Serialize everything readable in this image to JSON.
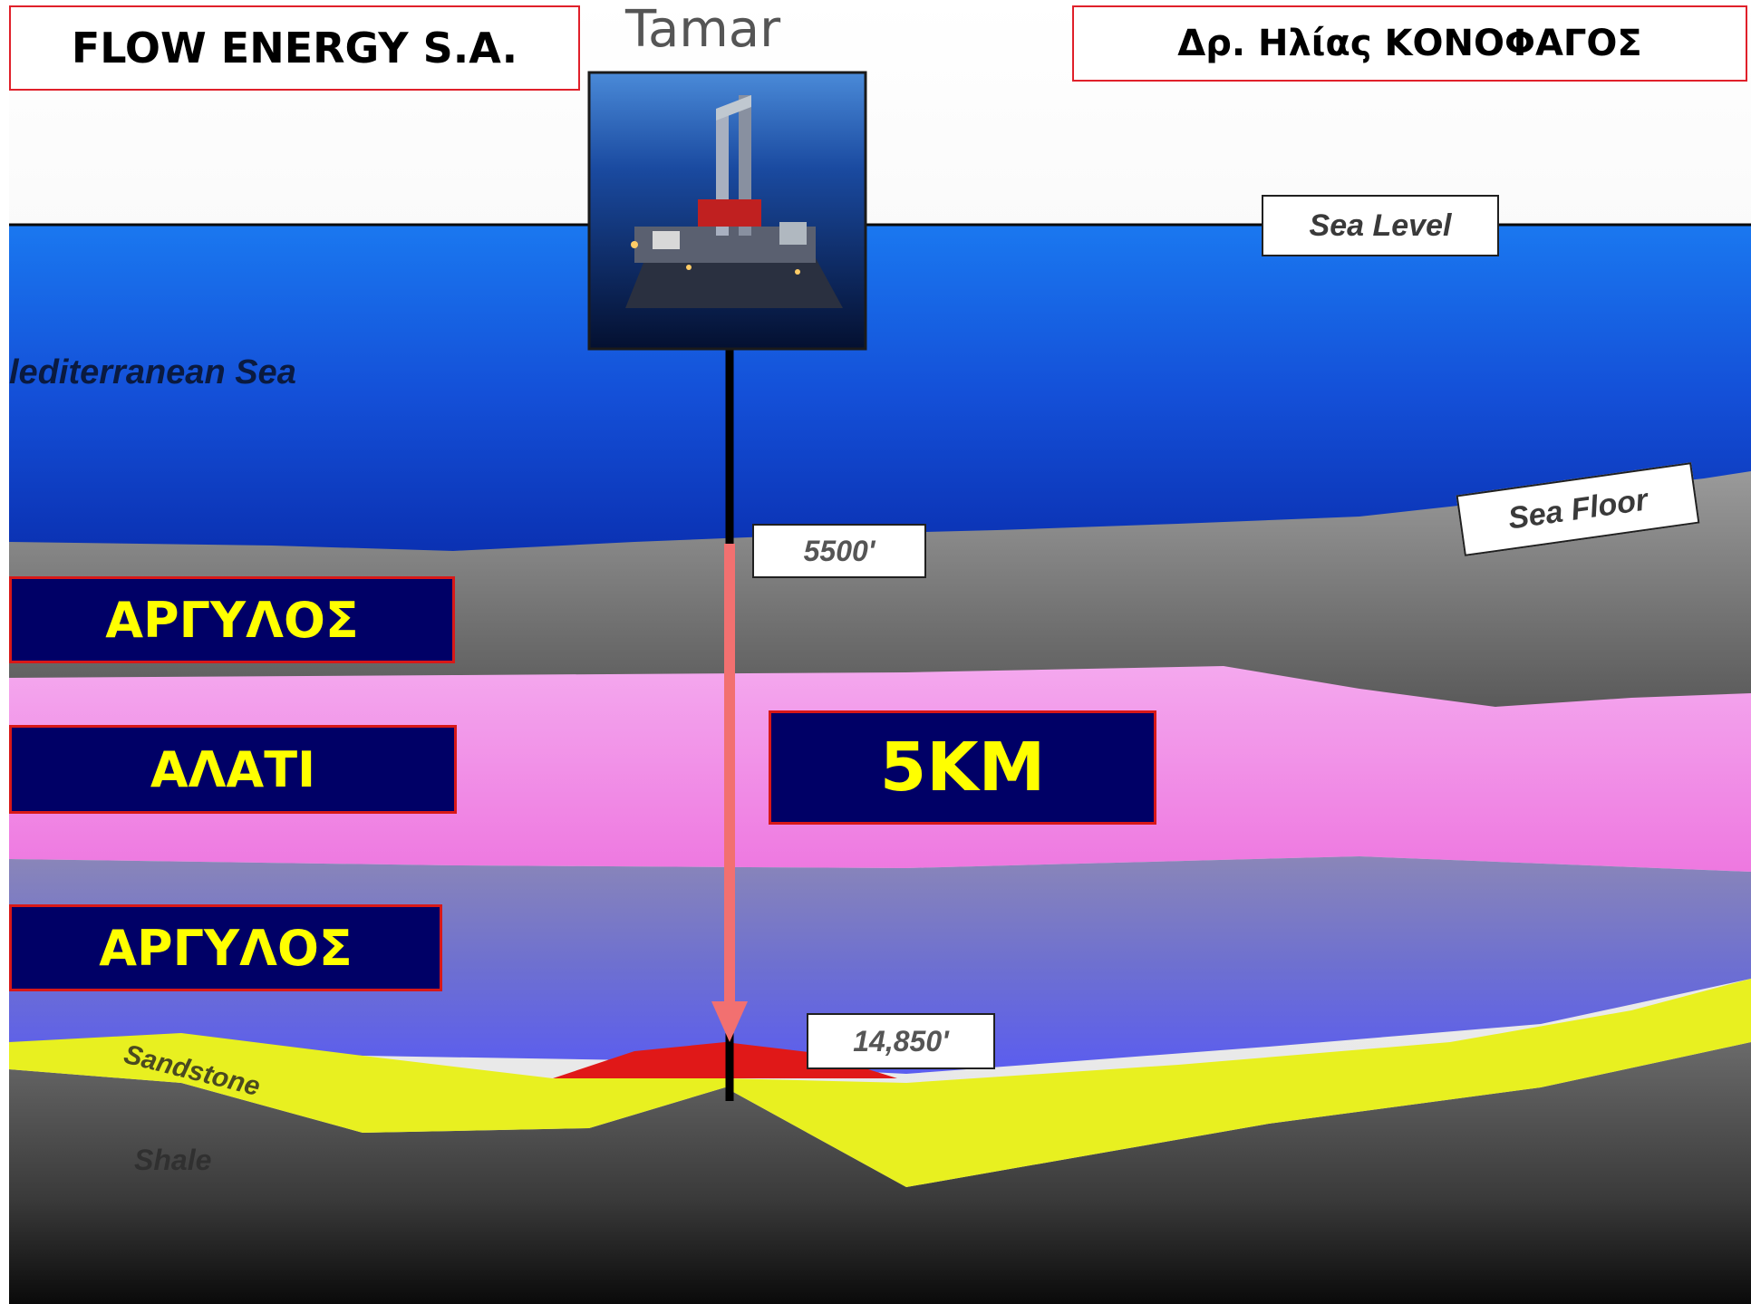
{
  "header": {
    "company": "FLOW ENERGY S.A.",
    "author": "Δρ. Ηλίας ΚΟΝΟΦΑΓΟΣ",
    "field": "Tamar"
  },
  "labels": {
    "sea_level": "Sea Level",
    "sea": "lediterranean Sea",
    "sea_floor": "Sea Floor",
    "sandstone": "Sandstone",
    "shale": "Shale"
  },
  "depths": {
    "sea_floor_depth": "5500'",
    "reservoir_depth": "14,850'"
  },
  "layers": {
    "clay_top": "ΑΡΓΥΛΟΣ",
    "salt": "ΑΛΑΤΙ",
    "clay_bottom": "ΑΡΓΥΛΟΣ",
    "distance": "5KM"
  },
  "colors": {
    "sea_top": "#1a78f0",
    "sea_bottom": "#0a2fb0",
    "salt": "#f090e8",
    "sandstone": "#e8f020",
    "reservoir": "#e01818",
    "arrow": "#f27070",
    "label_bg": "#000066",
    "label_text": "#ffff00"
  }
}
